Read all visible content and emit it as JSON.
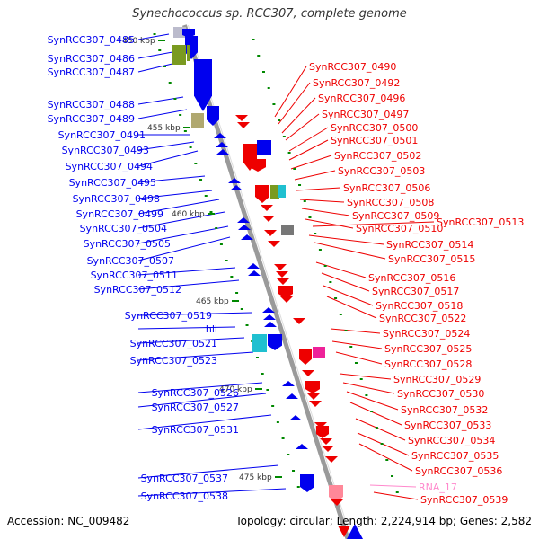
{
  "title": "Synechococcus sp. RCC307, complete genome",
  "footer": {
    "accession": "Accession: NC_009482",
    "topology": "Topology: circular; Length: 2,224,914 bp; Genes: 2,582"
  },
  "colors": {
    "backbone": "#888888",
    "left_gene": "#0000ee",
    "right_gene": "#ee0000",
    "rna": "#ff88cc",
    "tick": "#008800"
  },
  "scale_labels": [
    {
      "id": "450",
      "text": "450 kbp"
    },
    {
      "id": "455",
      "text": "455 kbp"
    },
    {
      "id": "460",
      "text": "460 kbp"
    },
    {
      "id": "465",
      "text": "465 kbp"
    },
    {
      "id": "470",
      "text": "470 kbp"
    },
    {
      "id": "475",
      "text": "475 kbp"
    }
  ],
  "left_labels": [
    "SynRCC307_0485",
    "SynRCC307_0486",
    "SynRCC307_0487",
    "SynRCC307_0488",
    "SynRCC307_0489",
    "SynRCC307_0491",
    "SynRCC307_0493",
    "SynRCC307_0494",
    "SynRCC307_0495",
    "SynRCC307_0498",
    "SynRCC307_0499",
    "SynRCC307_0504",
    "SynRCC307_0505",
    "SynRCC307_0507",
    "SynRCC307_0511",
    "SynRCC307_0512",
    "SynRCC307_0519",
    "hli",
    "SynRCC307_0521",
    "SynRCC307_0523",
    "SynRCC307_0526",
    "SynRCC307_0527",
    "SynRCC307_0531",
    "SynRCC307_0537",
    "SynRCC307_0538"
  ],
  "right_labels": [
    "SynRCC307_0490",
    "SynRCC307_0492",
    "SynRCC307_0496",
    "SynRCC307_0497",
    "SynRCC307_0500",
    "SynRCC307_0501",
    "SynRCC307_0502",
    "SynRCC307_0503",
    "SynRCC307_0506",
    "SynRCC307_0508",
    "SynRCC307_0509",
    "SynRCC307_0510",
    "SynRCC307_0513",
    "SynRCC307_0514",
    "SynRCC307_0515",
    "SynRCC307_0516",
    "SynRCC307_0517",
    "SynRCC307_0518",
    "SynRCC307_0522",
    "SynRCC307_0524",
    "SynRCC307_0525",
    "SynRCC307_0528",
    "SynRCC307_0529",
    "SynRCC307_0530",
    "SynRCC307_0532",
    "SynRCC307_0533",
    "SynRCC307_0534",
    "SynRCC307_0535",
    "SynRCC307_0536",
    "RNA_17",
    "SynRCC307_0539"
  ]
}
